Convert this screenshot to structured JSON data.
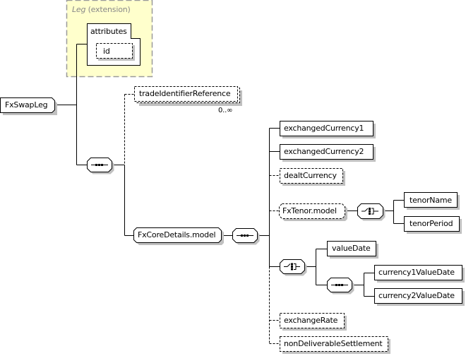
{
  "root": {
    "name": "FxSwapLeg"
  },
  "extension": {
    "base": "Leg",
    "label": "(extension)"
  },
  "attributes": {
    "label": "attributes",
    "items": [
      {
        "name": "id",
        "optional": true
      }
    ]
  },
  "sequence_main": {
    "type": "sequence",
    "children": [
      {
        "name": "tradeIdentifierReference",
        "optional": true,
        "multiplicity": "0..∞"
      },
      {
        "name": "FxCoreDetails.model",
        "type": "group"
      }
    ]
  },
  "core_sequence": {
    "type": "sequence",
    "children": [
      {
        "name": "exchangedCurrency1",
        "optional": false
      },
      {
        "name": "exchangedCurrency2",
        "optional": false
      },
      {
        "name": "dealtCurrency",
        "optional": true
      },
      {
        "name": "FxTenor.model",
        "type": "group",
        "optional": true
      },
      {
        "name": "choice",
        "type": "choice"
      },
      {
        "name": "exchangeRate",
        "optional": true
      },
      {
        "name": "nonDeliverableSettlement",
        "optional": true
      }
    ]
  },
  "tenor_choice": {
    "type": "choice",
    "children": [
      {
        "name": "tenorName"
      },
      {
        "name": "tenorPeriod"
      }
    ]
  },
  "value_date_choice": {
    "type": "choice",
    "children": [
      {
        "name": "valueDate"
      },
      {
        "name": "sequence",
        "children": [
          {
            "name": "currency1ValueDate"
          },
          {
            "name": "currency2ValueDate"
          }
        ]
      }
    ]
  },
  "colors": {
    "extension_fill": "#ffffcc",
    "extension_border": "#999999",
    "shadow": "#c0c0c0",
    "line": "#000000"
  }
}
